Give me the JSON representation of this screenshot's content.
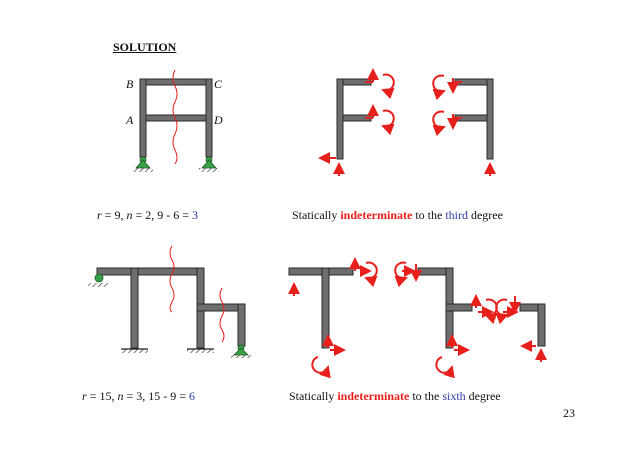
{
  "heading": "SOLUTION",
  "labels": {
    "B": "B",
    "C": "C",
    "A": "A",
    "D": "D"
  },
  "eq1": {
    "r_var": "r",
    "r_val": " = 9, ",
    "n_var": "n",
    "n_val": " = 2, 9 - 6 = ",
    "result": "3"
  },
  "stmt1": {
    "pre": "Statically ",
    "key": "indeterminate",
    "mid": " to the ",
    "degree": "third",
    "post": " degree"
  },
  "eq2": {
    "r_var": "r",
    "r_val": " = 15, ",
    "n_var": "n",
    "n_val": " = 3, 15 - 9 = ",
    "result": "6"
  },
  "stmt2": {
    "pre": "Statically ",
    "key": "indeterminate",
    "mid": " to the ",
    "degree": "sixth",
    "post": " degree"
  },
  "page_number": "23",
  "colors": {
    "member": "#6e6e6e",
    "member_edge": "#2a2a2a",
    "arrow": "#e8201c",
    "support": "#3aa148",
    "cut": "#e8201c",
    "accent_blue": "#2c3aa6"
  }
}
